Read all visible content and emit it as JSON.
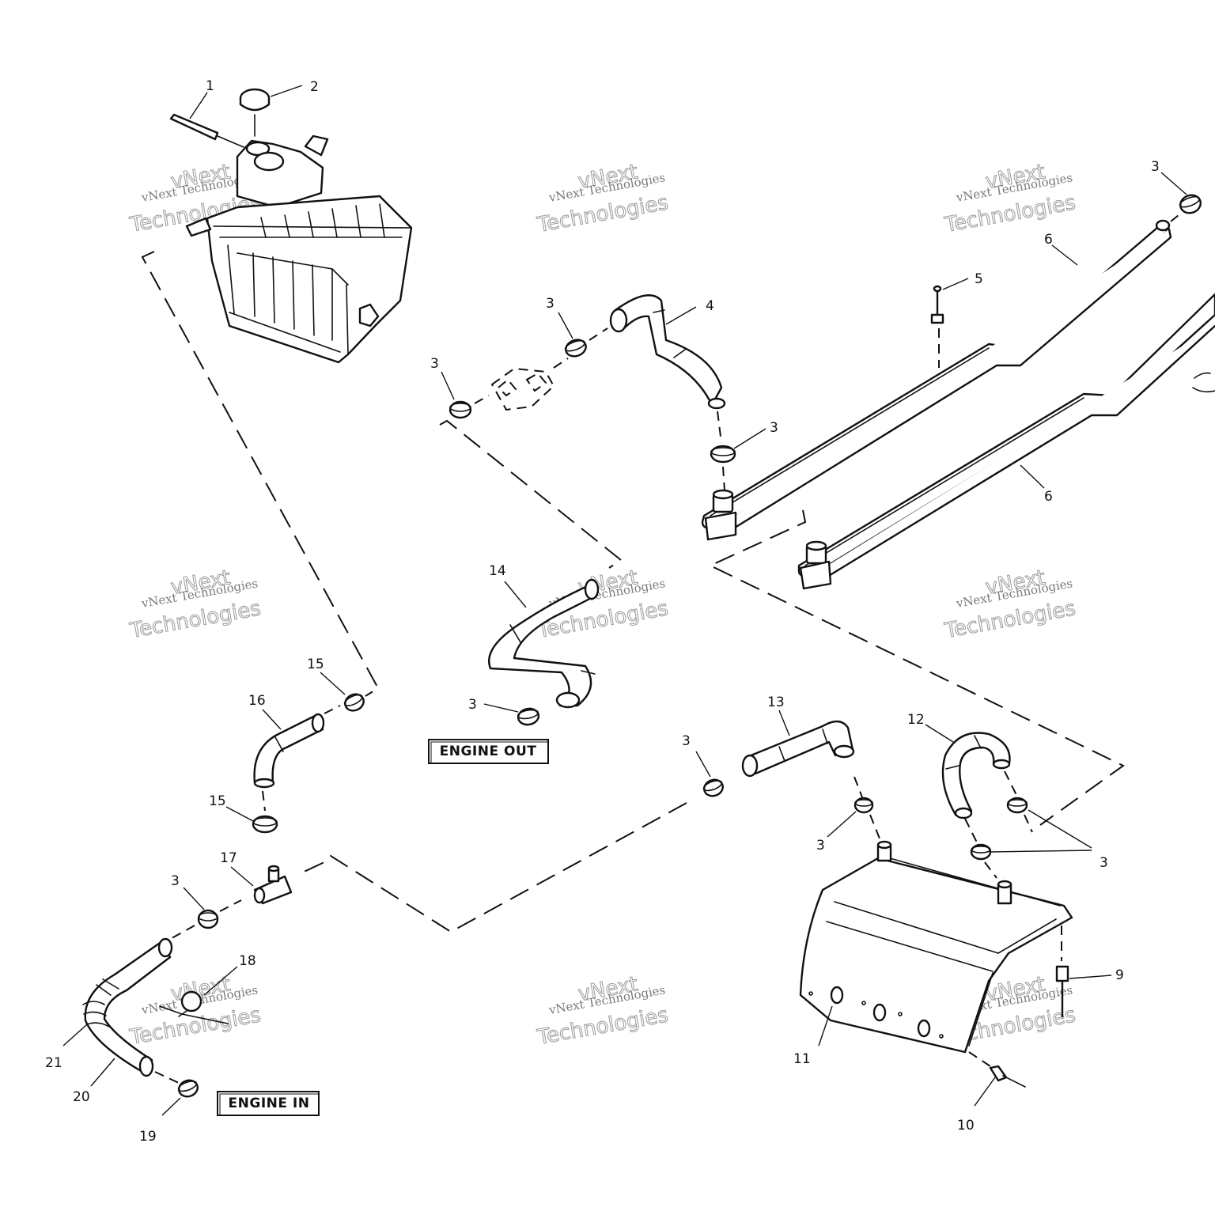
{
  "callouts": [
    "1",
    "2",
    "3",
    "4",
    "5",
    "6",
    "9",
    "10",
    "11",
    "12",
    "13",
    "14",
    "15",
    "16",
    "17",
    "18",
    "19",
    "20",
    "21"
  ],
  "boxes": {
    "engine_out": "ENGINE OUT",
    "engine_in": "ENGINE IN"
  },
  "watermark": {
    "line1": "vNext Technologies",
    "line2": "vNext",
    "line3": "Technologies"
  }
}
